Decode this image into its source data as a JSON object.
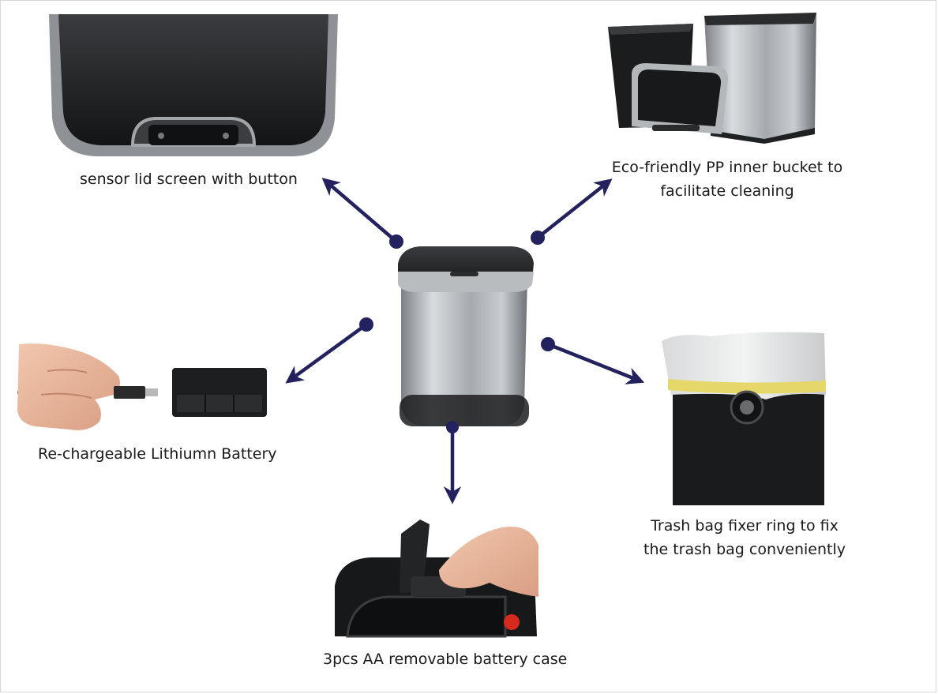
{
  "colors": {
    "arrow": "#23215e",
    "steel": "#a9adb1",
    "lid": "#222426"
  },
  "captions": {
    "sensor_lid": "sensor lid screen with button",
    "inner_bucket_line1": "Eco-friendly PP inner bucket to",
    "inner_bucket_line2": "facilitate cleaning",
    "battery": "Re-chargeable Lithiumn Battery",
    "bag_ring_line1": "Trash bag fixer ring to fix",
    "bag_ring_line2": "the trash bag conveniently",
    "aa_case": "3pcs AA removable battery case"
  }
}
